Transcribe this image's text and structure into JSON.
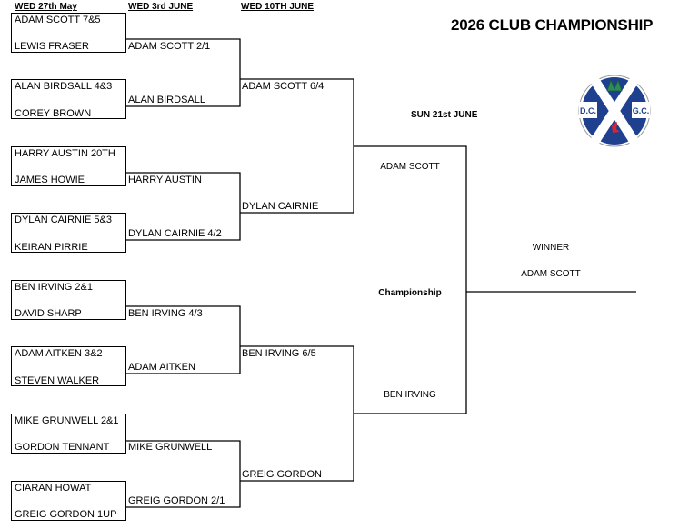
{
  "headers": {
    "r1": "WED 27th May",
    "r2": "WED 3rd JUNE",
    "r3": "WED 10TH JUNE",
    "final_date": "SUN 21st JUNE"
  },
  "title": "2026 CLUB CHAMPIONSHIP",
  "round1": [
    {
      "top": "ADAM SCOTT  7&5",
      "bottom": "LEWIS FRASER"
    },
    {
      "top": "ALAN BIRDSALL 4&3",
      "bottom": "COREY BROWN"
    },
    {
      "top": "HARRY AUSTIN  20TH",
      "bottom": "JAMES HOWIE"
    },
    {
      "top": "DYLAN CAIRNIE 5&3",
      "bottom": "KEIRAN PIRRIE"
    },
    {
      "top": "BEN IRVING 2&1",
      "bottom": "DAVID SHARP"
    },
    {
      "top": "ADAM AITKEN 3&2",
      "bottom": "STEVEN WALKER"
    },
    {
      "top": "MIKE GRUNWELL 2&1",
      "bottom": "GORDON TENNANT"
    },
    {
      "top": "CIARAN HOWAT",
      "bottom": "GREIG GORDON 1UP"
    }
  ],
  "round2": [
    {
      "top": "ADAM SCOTT 2/1",
      "bottom": "ALAN BIRDSALL"
    },
    {
      "top": "HARRY AUSTIN",
      "bottom": "DYLAN CAIRNIE 4/2"
    },
    {
      "top": "BEN IRVING 4/3",
      "bottom": "ADAM AITKEN"
    },
    {
      "top": "MIKE GRUNWELL",
      "bottom": "GREIG GORDON 2/1"
    }
  ],
  "semis": [
    {
      "top": "ADAM SCOTT 6/4",
      "bottom": "DYLAN CAIRNIE"
    },
    {
      "top": "BEN IRVING 6/5",
      "bottom": "GREIG GORDON"
    }
  ],
  "final": {
    "top": "ADAM SCOTT",
    "label": "Championship",
    "bottom": "BEN IRVING"
  },
  "winner": {
    "label": "WINNER",
    "name": "ADAM SCOTT"
  },
  "logo": {
    "left_text": "D.C.",
    "right_text": "G.C.",
    "colors": {
      "blue": "#1f3f8f",
      "white": "#ffffff",
      "red": "#d8262d",
      "green": "#2e8b57"
    }
  }
}
